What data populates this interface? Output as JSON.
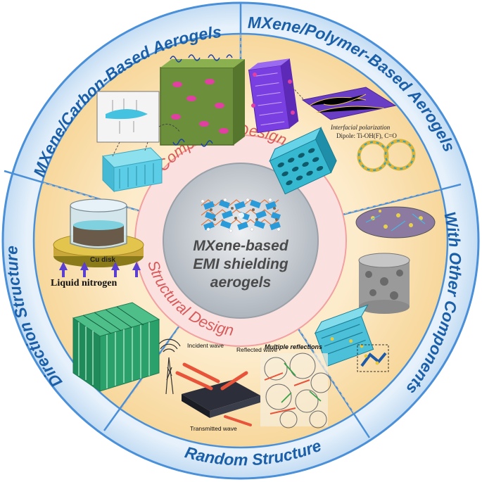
{
  "center": {
    "line1": "MXene-based",
    "line2": "EMI shielding",
    "line3": "aerogels"
  },
  "inner_ring": {
    "top": "Component Design",
    "bottom": "Structural Design"
  },
  "outer_ring": {
    "carbon": "MXene/Carbon-Based Aerogels",
    "polymer": "MXene/Polymer-Based Aerogels",
    "other": "With Other Components",
    "random": "Random Structure",
    "direction": "Direction Structure"
  },
  "illustrations": {
    "interfacial": "Interfacial polarization",
    "dipole": "Dipole: Ti-OH(F), C=O",
    "cu_disk": "Cu disk",
    "liquid_nitrogen": "Liquid nitrogen",
    "incident": "Incident wave",
    "reflected": "Reflected wave",
    "transmitted": "Transmitted wave",
    "multiple": "Multiple reflections"
  },
  "colors": {
    "outer_band": "#dcecf9",
    "outer_border": "#4a90d9",
    "segment_fill": "#fbe3bb",
    "inner_ring": "#fbe0e0",
    "inner_ring_border": "#f2a0a0",
    "center_fill": "#c9ced4",
    "text_blue": "#1a5fa8",
    "text_red": "#d85b5b"
  }
}
